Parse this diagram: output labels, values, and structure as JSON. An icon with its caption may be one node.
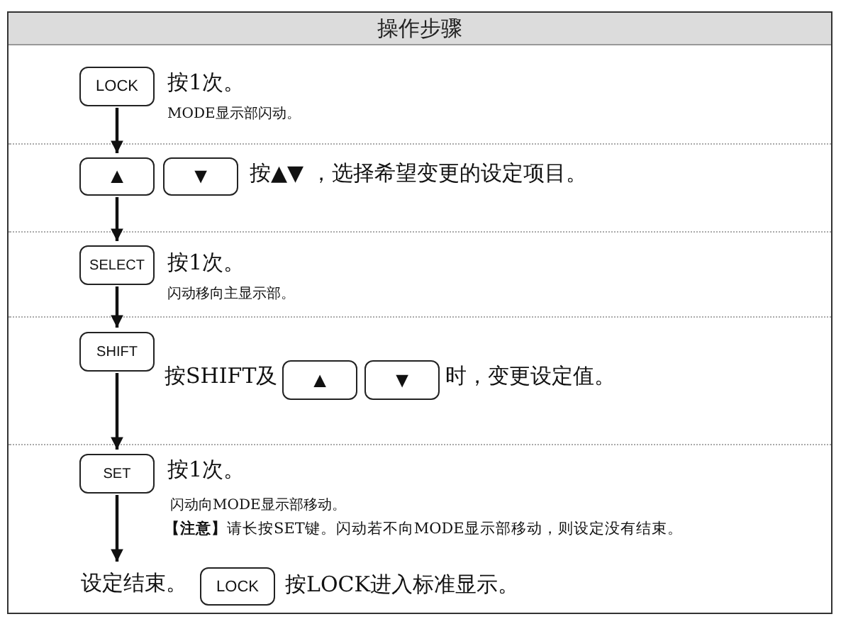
{
  "diagram": {
    "title": "操作步骤",
    "nodes": [
      {
        "text": [
          "LOCK"
        ]
      },
      {
        "text": [
          "▲"
        ]
      },
      {
        "text": [
          "▼"
        ]
      },
      {
        "text": [
          "SELECT"
        ]
      },
      {
        "text": [
          "SHIFT"
        ]
      },
      {
        "text": [
          "▲"
        ]
      },
      {
        "text": [
          "▼"
        ]
      },
      {
        "text": [
          "SET"
        ]
      },
      {
        "text": [
          "设定结束。"
        ]
      },
      {
        "text": [
          "LOCK"
        ]
      }
    ],
    "edges": [
      {
        "from": 0,
        "to": 1,
        "arrow": "to"
      },
      {
        "from": 1,
        "to": 3,
        "arrow": "to"
      },
      {
        "from": 3,
        "to": 4,
        "arrow": "to"
      },
      {
        "from": 4,
        "to": 7,
        "arrow": "to"
      },
      {
        "from": 7,
        "to": 8,
        "arrow": "to"
      }
    ],
    "labels": [
      "按1次。",
      "MODE显示部闪动。",
      "按▲▼ ，选择希望变更的设定项目。",
      "按1次。",
      "闪动移向主显示部。",
      "按SHIFT及",
      "时，变更设定值。",
      "按1次。",
      "闪动向MODE显示部移动。",
      "**【注意】**请长按SET键。闪动若不向MODE显示部移动，则设定没有结束。",
      "按LOCK进入标准显示。"
    ]
  }
}
